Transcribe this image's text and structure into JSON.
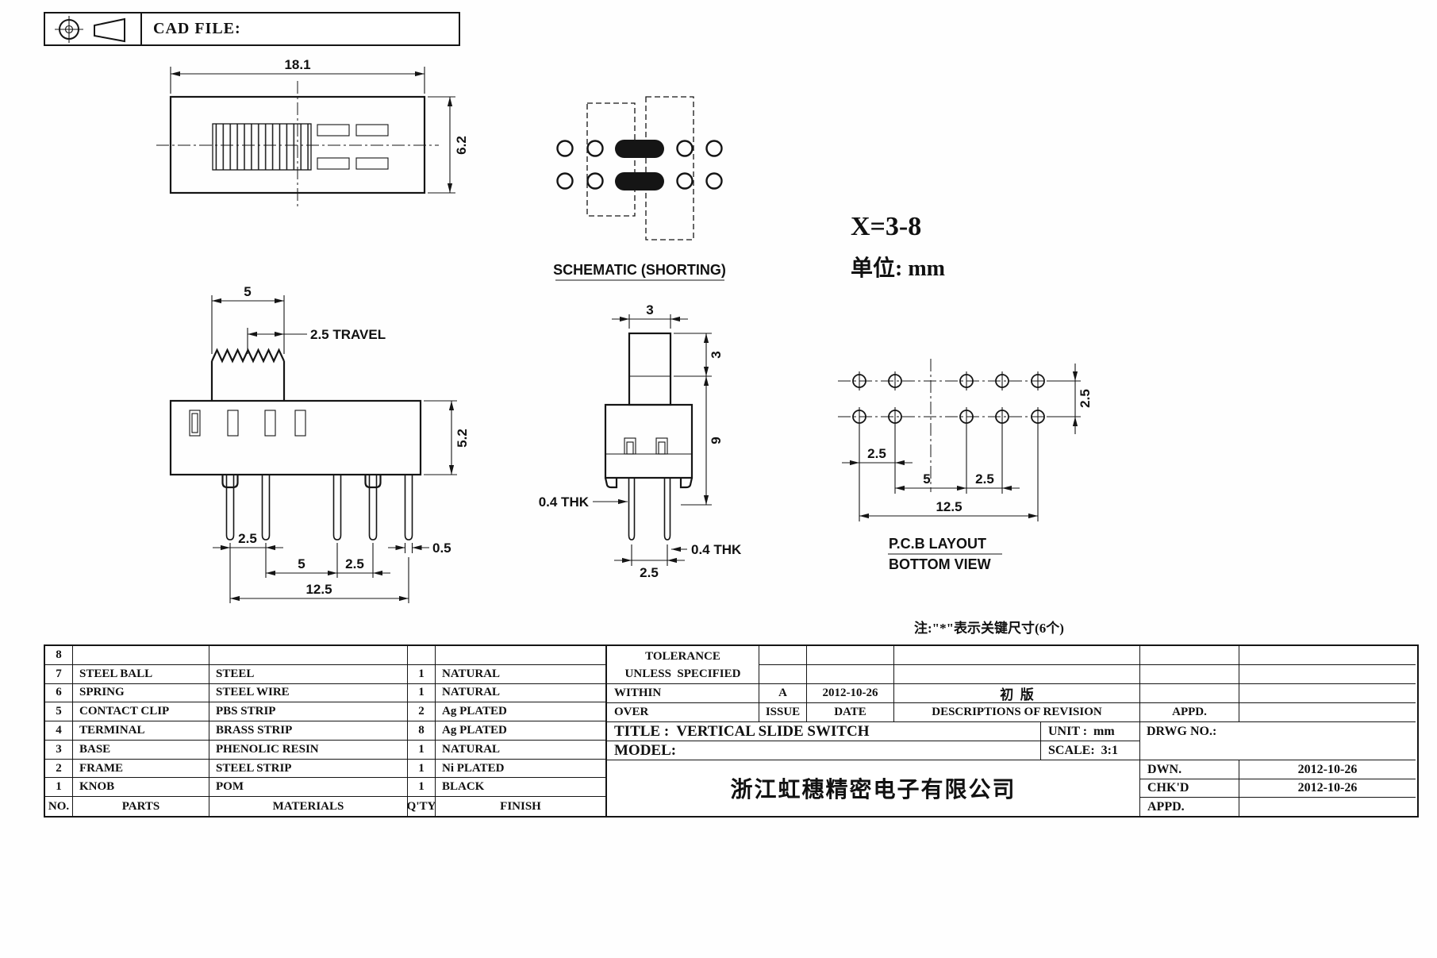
{
  "ink": {
    "line_color": "#151515",
    "text_color": "#111111"
  },
  "header": {
    "cad_file": "CAD FILE:"
  },
  "labels": {
    "schematic": "SCHEMATIC (SHORTING)",
    "x_range": "X=3-8",
    "unit": "单位: mm",
    "pcb_layout": "P.C.B LAYOUT",
    "bottom_view": "BOTTOM VIEW",
    "key_note": "注:\"*\"表示关键尺寸(6个)"
  },
  "dims": {
    "front_width": "18.1",
    "front_height": "6.2",
    "knob_width": "5",
    "travel": "2.5 TRAVEL",
    "body_height": "5.2",
    "pin_pitch_a": "2.5",
    "pin_edge": "0.5",
    "pin_pitch_b": "5",
    "pin_pitch_c": "2.5",
    "pin_span": "12.5",
    "ev_knob_w": "3",
    "ev_knob_h": "3",
    "ev_height": "9",
    "ev_thk_left": "0.4 THK",
    "ev_thk_right": "0.4 THK",
    "ev_pitch": "2.5",
    "pcb_row_pitch": "2.5",
    "pcb_p1": "2.5",
    "pcb_p2": "5",
    "pcb_p3": "2.5",
    "pcb_span": "12.5"
  },
  "parts_table": {
    "headers": {
      "no": "NO.",
      "parts": "PARTS",
      "materials": "MATERIALS",
      "qty": "Q'TY",
      "finish": "FINISH"
    },
    "rows": [
      {
        "no": "8",
        "parts": "",
        "materials": "",
        "qty": "",
        "finish": ""
      },
      {
        "no": "7",
        "parts": "STEEL BALL",
        "materials": "STEEL",
        "qty": "1",
        "finish": "NATURAL"
      },
      {
        "no": "6",
        "parts": "SPRING",
        "materials": "STEEL WIRE",
        "qty": "1",
        "finish": "NATURAL"
      },
      {
        "no": "5",
        "parts": "CONTACT CLIP",
        "materials": "PBS STRIP",
        "qty": "2",
        "finish": "Ag PLATED"
      },
      {
        "no": "4",
        "parts": "TERMINAL",
        "materials": "BRASS STRIP",
        "qty": "8",
        "finish": "Ag PLATED"
      },
      {
        "no": "3",
        "parts": "BASE",
        "materials": "PHENOLIC RESIN",
        "qty": "1",
        "finish": "NATURAL"
      },
      {
        "no": "2",
        "parts": "FRAME",
        "materials": "STEEL STRIP",
        "qty": "1",
        "finish": "Ni PLATED"
      },
      {
        "no": "1",
        "parts": "KNOB",
        "materials": "POM",
        "qty": "1",
        "finish": "BLACK"
      }
    ]
  },
  "title_block": {
    "tolerance_1": "TOLERANCE",
    "tolerance_2": "UNLESS  SPECIFIED",
    "within": "WITHIN",
    "over": "OVER",
    "rev_issue_value": "A",
    "rev_date_value": "2012-10-26",
    "rev_desc_value": "初  版",
    "issue_label": "ISSUE",
    "date_label": "DATE",
    "desc_label": "DESCRIPTIONS OF REVISION",
    "appd_label": "APPD.",
    "title": "TITLE :  VERTICAL SLIDE SWITCH",
    "unit": "UNIT :  mm",
    "drwg_no": "DRWG NO.:",
    "model": "MODEL:",
    "scale": "SCALE:  3:1",
    "dwn_label": "DWN.",
    "dwn_value": "2012-10-26",
    "chkd_label": "CHK'D",
    "chkd_value": "2012-10-26",
    "appd2_label": "APPD.",
    "company": "浙江虹穗精密电子有限公司"
  }
}
